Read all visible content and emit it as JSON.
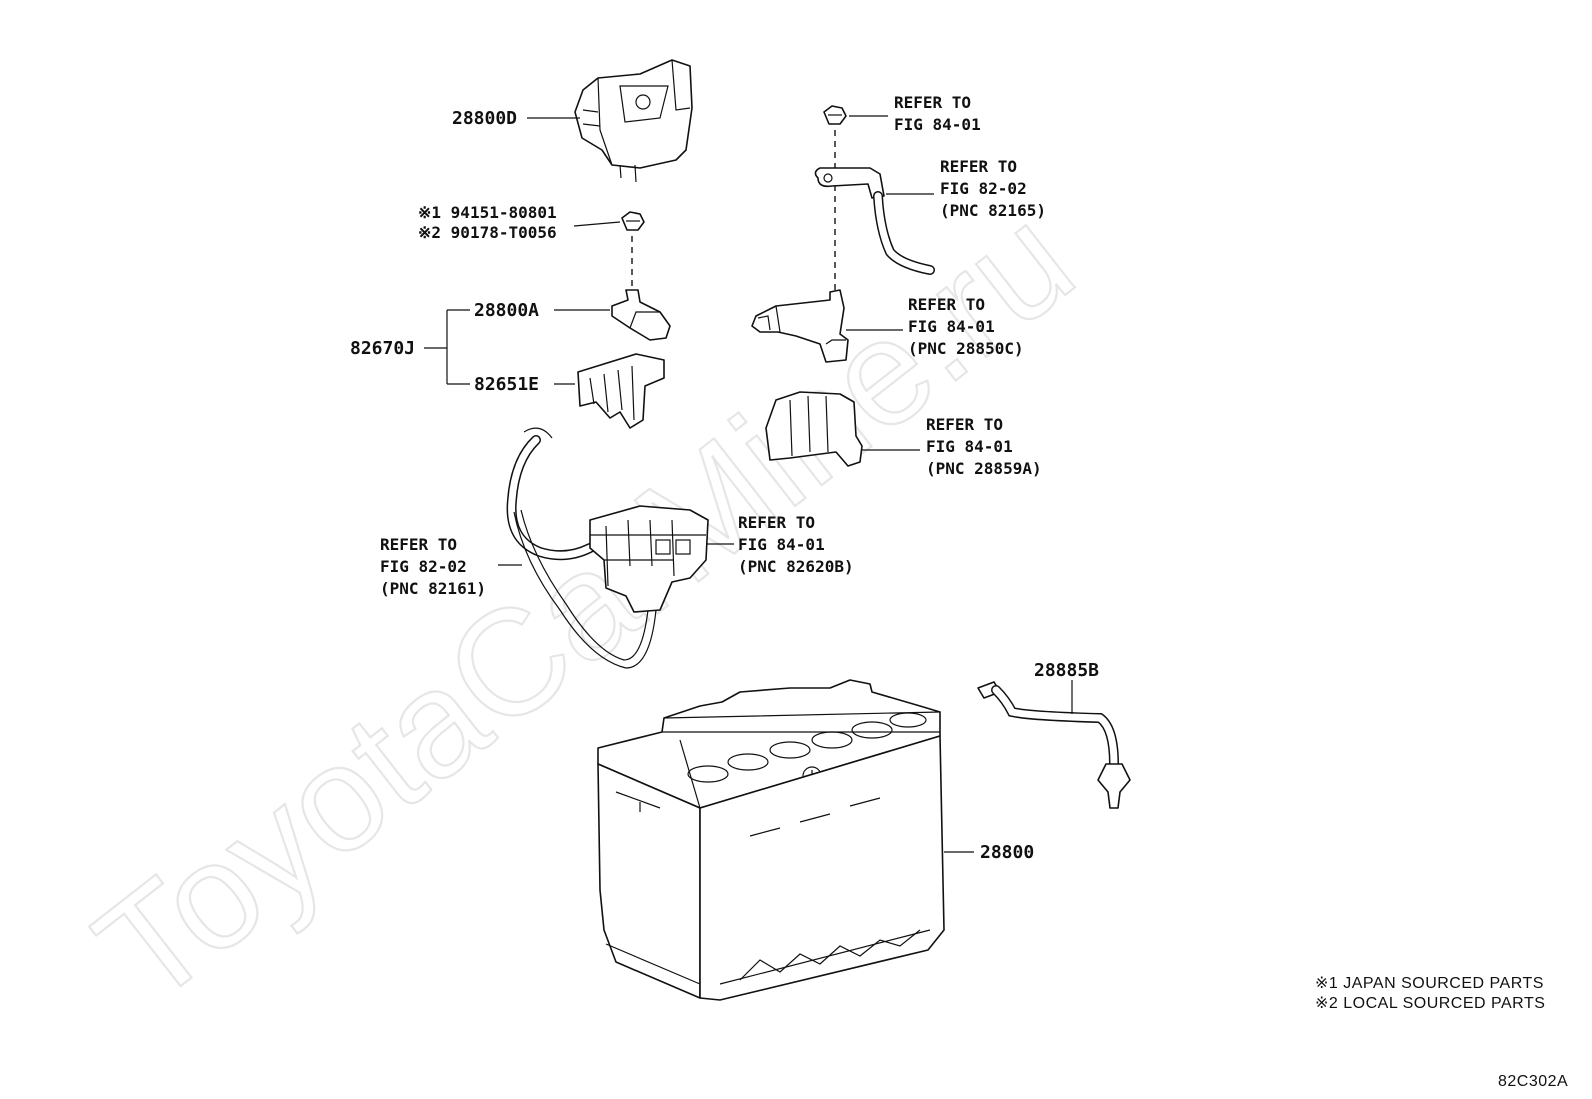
{
  "watermark": "ToyotaCarMine.ru",
  "part_labels": {
    "p28800D": "28800D",
    "p28800A": "28800A",
    "p82670J": "82670J",
    "p82651E": "82651E",
    "p28885B": "28885B",
    "p28800": "28800"
  },
  "nut_codes": {
    "line1": "※1 94151-80801",
    "line2": "※2 90178-T0056"
  },
  "refs": {
    "nut_top": [
      "REFER TO",
      "FIG 84-01"
    ],
    "cable_top": [
      "REFER TO",
      "FIG 82-02",
      "(PNC 82165)"
    ],
    "terminal": [
      "REFER TO",
      "FIG 84-01",
      "(PNC 28850C)"
    ],
    "cover": [
      "REFER TO",
      "FIG 84-01",
      "(PNC 28859A)"
    ],
    "fusible": [
      "REFER TO",
      "FIG 84-01",
      "(PNC 82620B)"
    ],
    "cable_left": [
      "REFER TO",
      "FIG 82-02",
      "(PNC 82161)"
    ]
  },
  "notes": {
    "line1": "※1 JAPAN SOURCED PARTS",
    "line2": "※2 LOCAL SOURCED PARTS"
  },
  "figure_code": "82C302A"
}
